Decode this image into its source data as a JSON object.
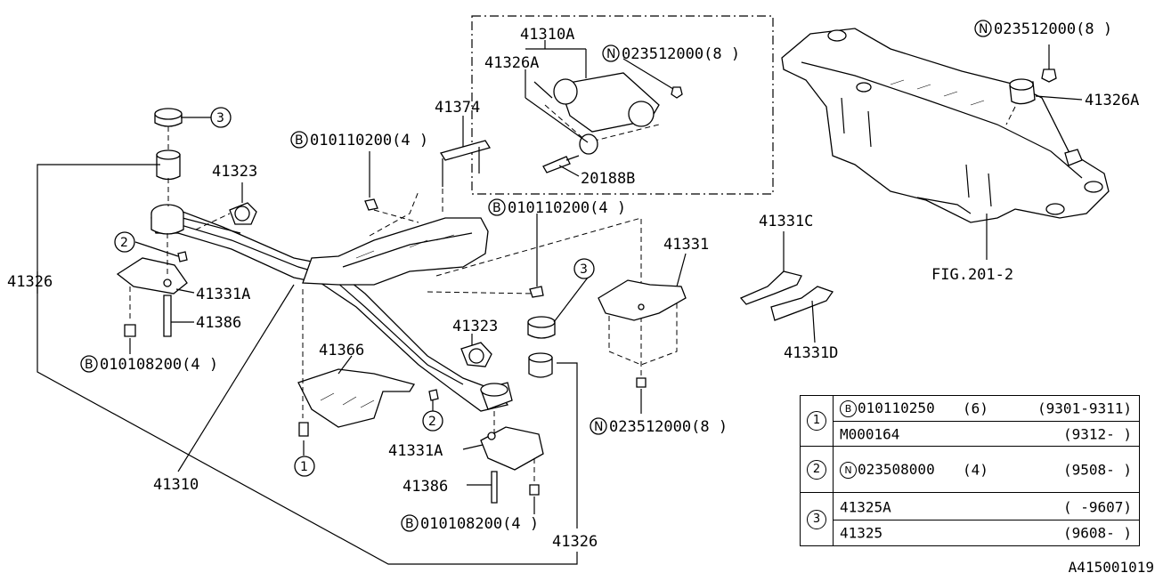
{
  "labels": {
    "l41310A": "41310A",
    "l41326A_top": "41326A",
    "l023512000_top": "023512000(8 )",
    "l20188B": "20188B",
    "l41374": "41374",
    "l010110200_a": "010110200(4 )",
    "l010110200_b": "010110200(4 )",
    "l41323_a": "41323",
    "l41323_b": "41323",
    "l41326_left": "41326",
    "l41331A_a": "41331A",
    "l41331A_b": "41331A",
    "l41386_a": "41386",
    "l41386_b": "41386",
    "l010108200_a": "010108200(4 )",
    "l010108200_b": "010108200(4 )",
    "l41366": "41366",
    "l41310": "41310",
    "l41326_bottom": "41326",
    "l41331": "41331",
    "l41331C": "41331C",
    "l41331D": "41331D",
    "l023512000_mid": "023512000(8 )",
    "l023512000_right": "023512000(8 )",
    "l41326A_right": "41326A",
    "lFIG": "FIG.201-2"
  },
  "prefixes": {
    "bolt": "B",
    "nut": "N"
  },
  "callouts": {
    "c1": "1",
    "c2": "2",
    "c3": "3"
  },
  "legend": {
    "rows": [
      {
        "num": "1",
        "sub": [
          {
            "prefix": "B",
            "part": "010110250",
            "qty": "(6)",
            "range": "(9301-9311)"
          },
          {
            "prefix": "",
            "part": "M000164",
            "qty": "",
            "range": "(9312-    )"
          }
        ]
      },
      {
        "num": "2",
        "sub": [
          {
            "prefix": "N",
            "part": "023508000",
            "qty": "(4)",
            "range": "(9508-    )"
          }
        ]
      },
      {
        "num": "3",
        "sub": [
          {
            "prefix": "",
            "part": "41325A",
            "qty": "",
            "range": "(    -9607)"
          },
          {
            "prefix": "",
            "part": "41325",
            "qty": "",
            "range": "(9608-    )"
          }
        ]
      }
    ]
  },
  "doc_id": "A415001019"
}
